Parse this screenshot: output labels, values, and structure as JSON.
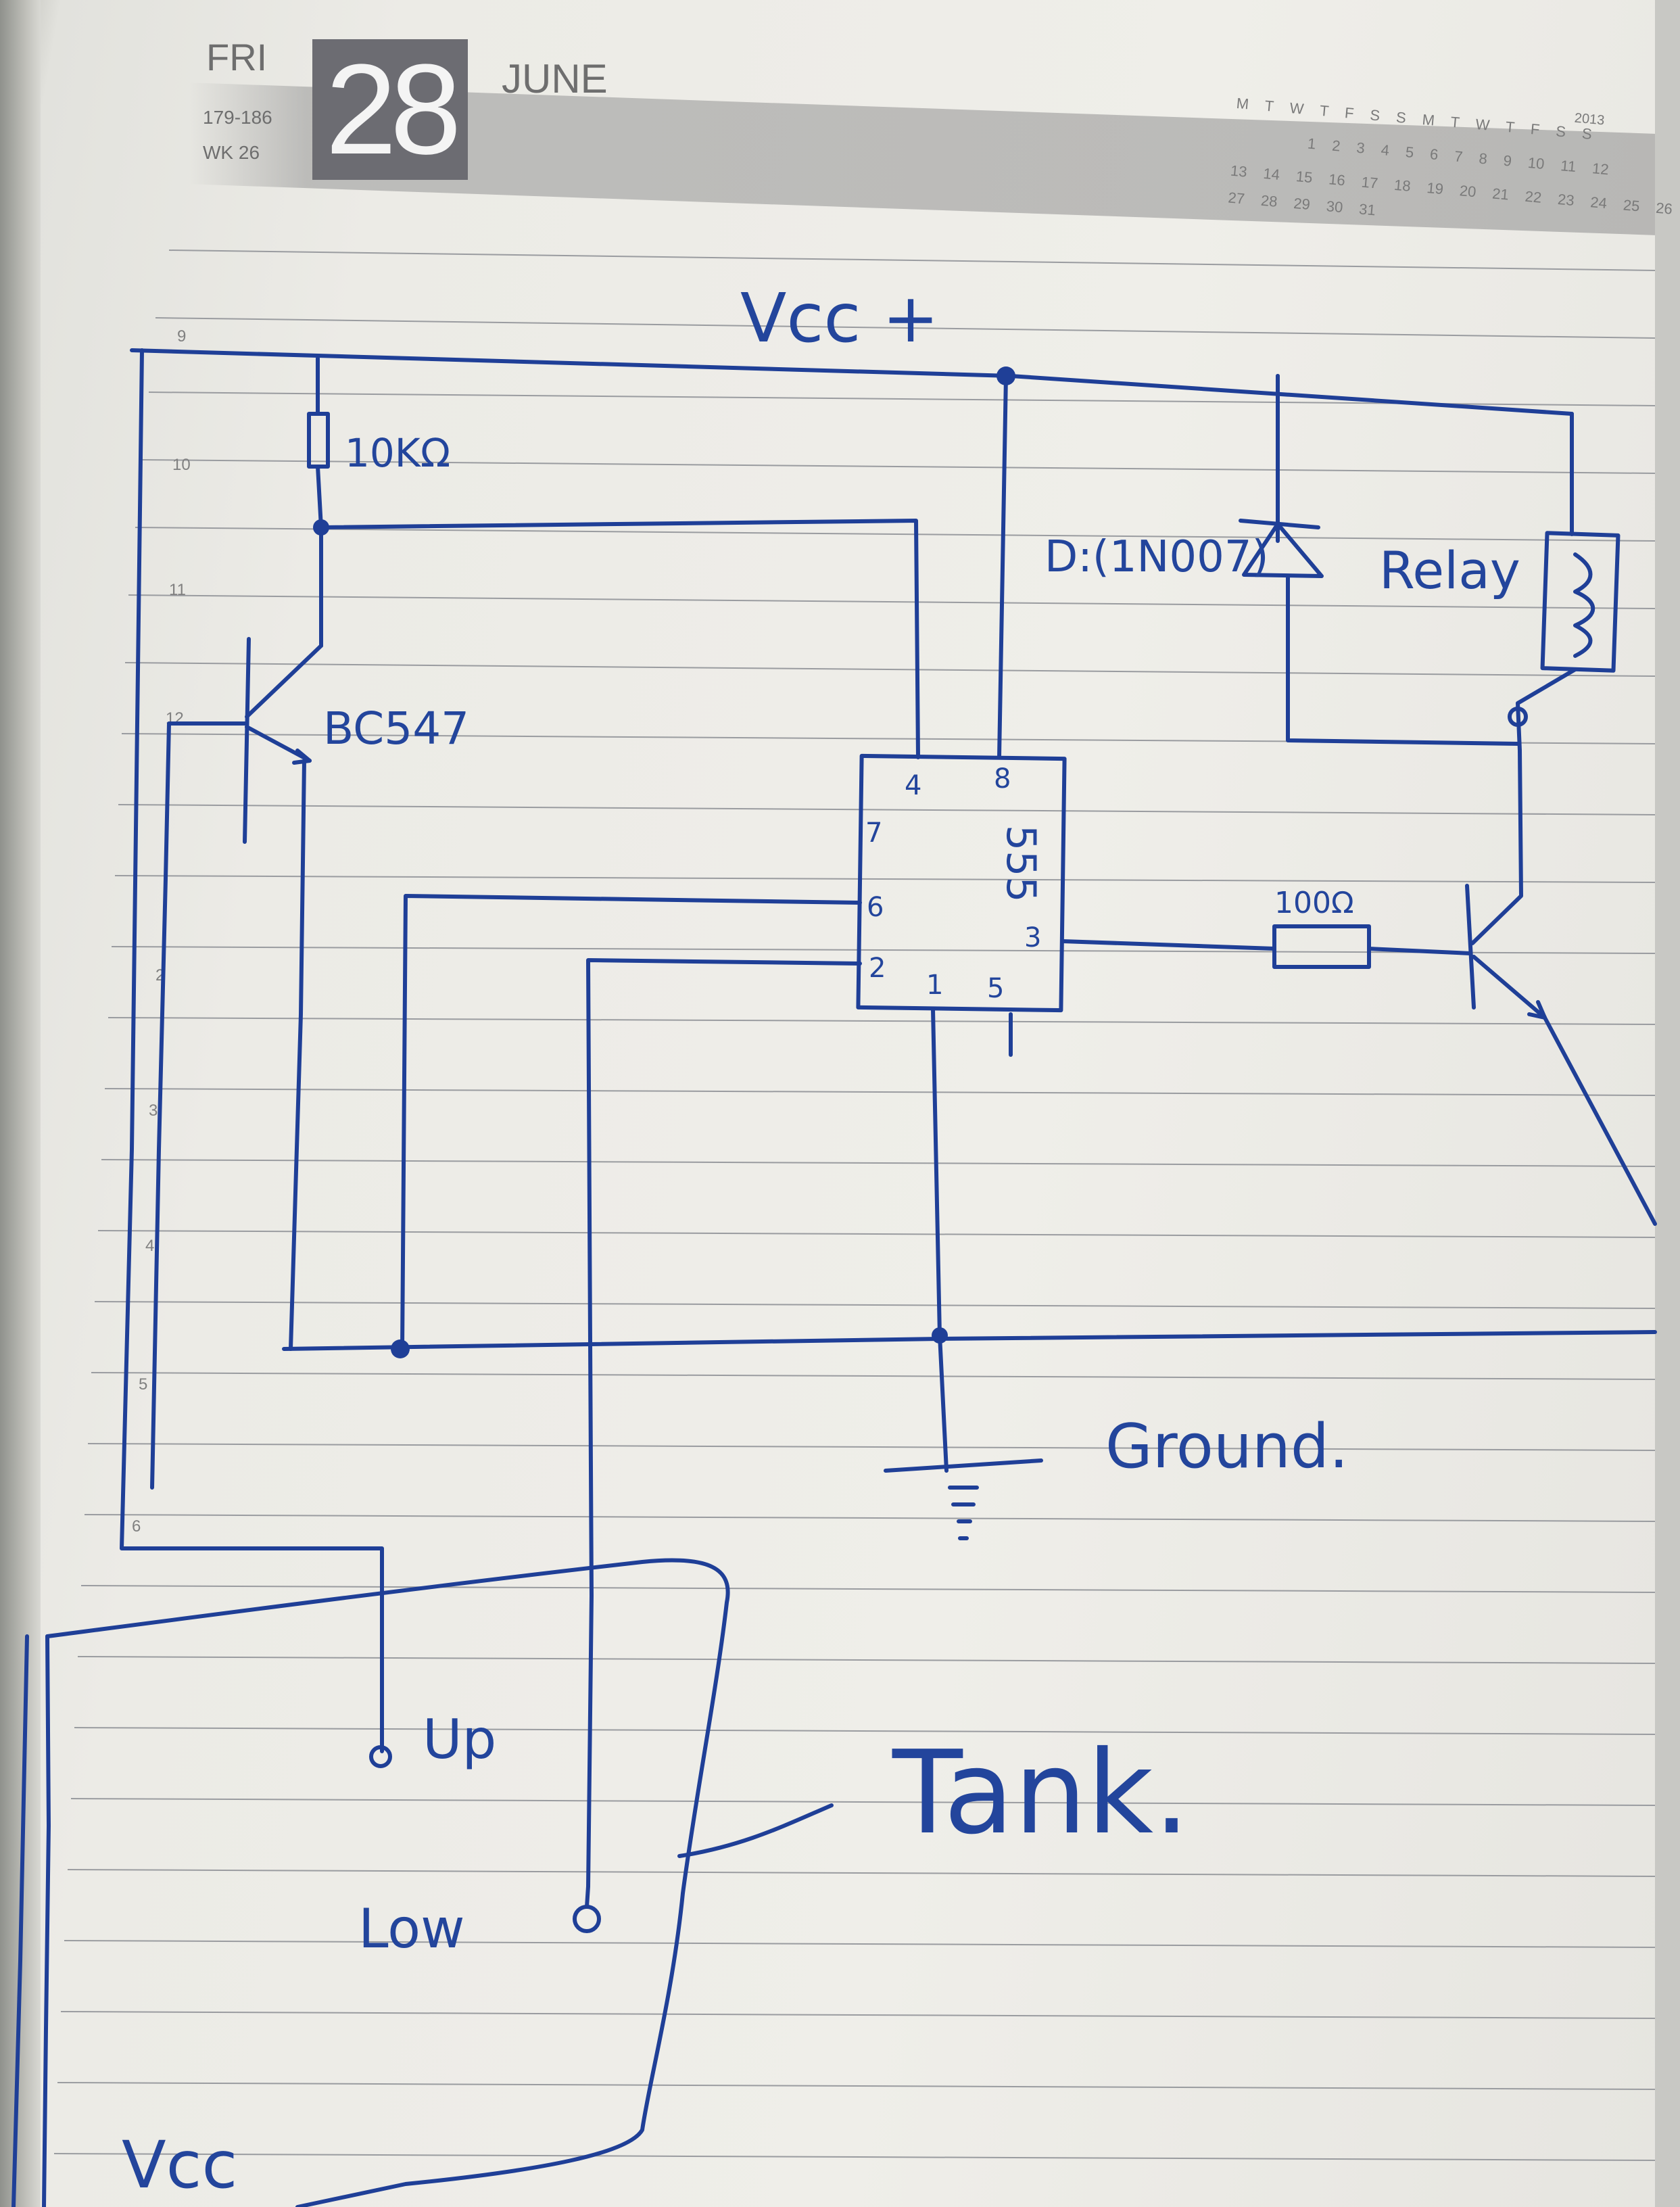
{
  "header": {
    "day": "FRI",
    "date": "28",
    "month": "JUNE",
    "day_range": "179-186",
    "week": "WK 26",
    "calendar_year": "2013"
  },
  "mini_calendar": {
    "weekday_row": "M T W T F S S M T W T F S S",
    "row1": "1 2 3 4 5 6 7 8 9 10 11 12",
    "row2": "13 14 15 16 17 18 19 20 21 22 23 24 25 26",
    "row3": "27 28 29 30 31"
  },
  "line_numbers": [
    "9",
    "10",
    "11",
    "12",
    "2",
    "3",
    "4",
    "5",
    "6"
  ],
  "labels": {
    "vcc_top": "Vcc +",
    "resistor_10k": "10KΩ",
    "diode": "D:(1N007)",
    "relay": "Relay",
    "transistor": "BC547",
    "ic": "555",
    "pin4": "4",
    "pin8": "8",
    "pin7": "7",
    "pin6": "6",
    "pin3": "3",
    "pin2": "2",
    "pin1": "1",
    "pin5": "5",
    "resistor_100": "100Ω",
    "ground": "Ground.",
    "up": "Up",
    "low": "Low",
    "tank": "Tank.",
    "vcc_bottom": "Vcc"
  }
}
